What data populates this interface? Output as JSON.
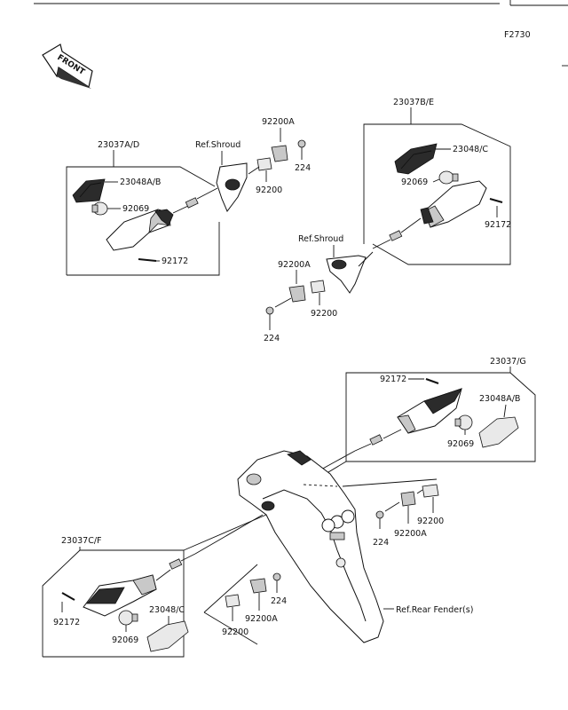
{
  "figure_code": "F2730",
  "front_arrow": {
    "text": "FRONT"
  },
  "labels": {
    "front_left_assy": "23037A/D",
    "front_left_lens": "23048A/B",
    "front_left_bulb": "92069",
    "front_left_screw": "92172",
    "front_left_shroud": "Ref.Shroud",
    "front_left_bracket": "92200A",
    "front_left_plate": "92200",
    "front_left_nut": "224",
    "front_right_assy": "23037B/E",
    "front_right_lens": "23048/C",
    "front_right_bulb": "92069",
    "front_right_screw": "92172",
    "front_right_shroud": "Ref.Shroud",
    "front_right_bracket": "92200A",
    "front_right_plate": "92200",
    "front_right_nut": "224",
    "rear_right_assy": "23037/G",
    "rear_right_screw": "92172",
    "rear_right_lens": "23048A/B",
    "rear_right_bulb": "92069",
    "rear_right_nut": "224",
    "rear_right_bracket": "92200A",
    "rear_right_plate": "92200",
    "rear_left_assy": "23037C/F",
    "rear_left_screw": "92172",
    "rear_left_bulb": "92069",
    "rear_left_lens": "23048/C",
    "rear_left_nut": "224",
    "rear_left_bracket": "92200A",
    "rear_left_plate": "92200",
    "rear_fender": "Ref.Rear Fender(s)"
  }
}
